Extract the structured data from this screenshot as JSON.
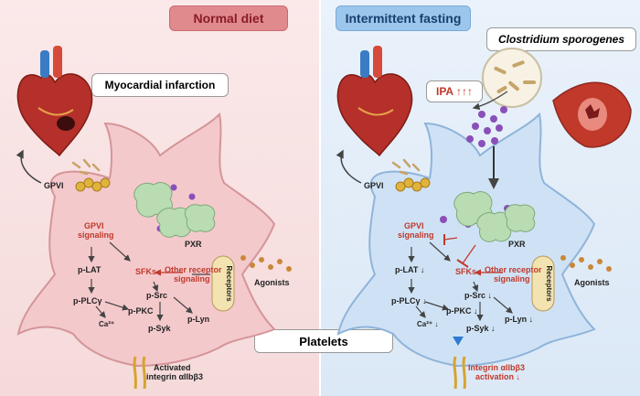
{
  "left_panel": {
    "title": "Normal diet",
    "myocardial_label": "Myocardial infarction",
    "gpvi": "GPVI",
    "gpvi_signaling": "GPVI\nsignaling",
    "plat": "p-LAT",
    "plcg": "p-PLCγ",
    "ca": "Ca²⁺",
    "pkc": "p-PKC",
    "sfks": "SFKs",
    "other_receptor": "Other receptor\nsignaling",
    "psrc": "p-Src",
    "plyn": "p-Lyn",
    "psyk": "p-Syk",
    "pxr": "PXR",
    "receptors": "Receptors",
    "agonists": "Agonists",
    "activated": "Activated\nintegrin αIIbβ3"
  },
  "right_panel": {
    "title": "Intermittent fasting",
    "bacteria_label": "Clostridium sporogenes",
    "ipa_label": "IPA ↑↑↑",
    "gpvi": "GPVI",
    "gpvi_signaling": "GPVI\nsignaling",
    "plat": "p-LAT ↓",
    "plcg": "p-PLCγ ↓",
    "ca": "Ca²⁺ ↓",
    "pkc": "p-PKC ↓",
    "sfks": "SFKs",
    "other_receptor": "Other receptor\nsignaling",
    "psrc": "p-Src ↓",
    "plyn": "p-Lyn ↓",
    "psyk": "p-Syk ↓",
    "pxr": "PXR",
    "receptors": "Receptors",
    "agonists": "Agonists",
    "integrin": "Integrin αIIbβ3\nactivation ↓"
  },
  "platelets_label": "Platelets",
  "colors": {
    "red_text": "#c0392b",
    "dark_text": "#222222",
    "left_cell": "#f4c9cc",
    "right_cell": "#cfe2f5"
  }
}
